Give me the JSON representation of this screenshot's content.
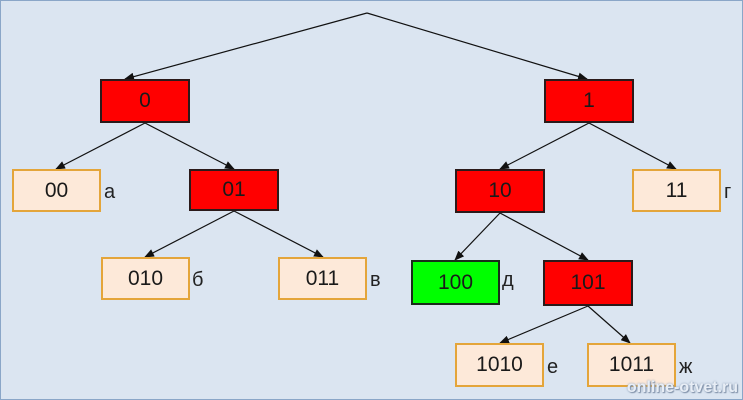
{
  "colors": {
    "background": "#dbe5f1",
    "internal": "#ff0000",
    "selected": "#00ff00",
    "leaf": "#fde9d9",
    "leaf_border": "#e4a53a"
  },
  "tree": {
    "n0": "0",
    "n1": "1",
    "n00": "00",
    "n01": "01",
    "n10": "10",
    "n11": "11",
    "n010": "010",
    "n011": "011",
    "n100": "100",
    "n101": "101",
    "n1010": "1010",
    "n1011": "1011"
  },
  "letters": {
    "a": "а",
    "b": "б",
    "v": "в",
    "g": "г",
    "d": "д",
    "e": "е",
    "zh": "ж"
  },
  "watermark": "online-otvet.ru"
}
